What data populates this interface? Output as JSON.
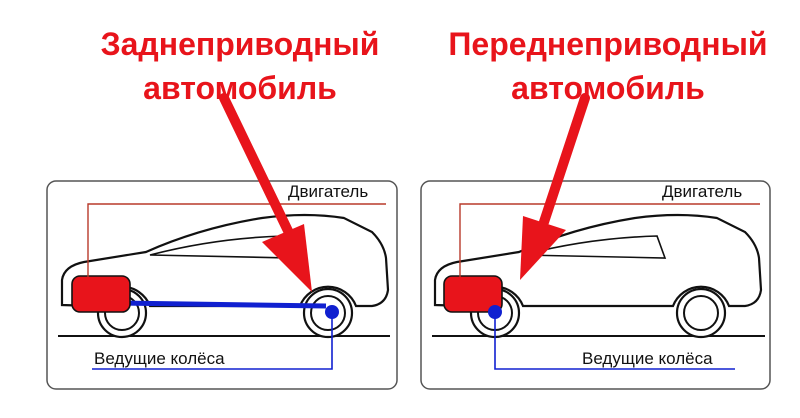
{
  "panels": [
    {
      "title_line1": "Заднеприводный",
      "title_line2": "автомобиль",
      "engine_label": "Двигатель",
      "wheels_label": "Ведущие колёса"
    },
    {
      "title_line1": "Переднеприводный",
      "title_line2": "автомобиль",
      "engine_label": "Двигатель",
      "wheels_label": "Ведущие колёса"
    }
  ],
  "colors": {
    "title": "#e8141b",
    "arrow": "#e8141b",
    "engine": "#e8141b",
    "engine_leader": "#b83a2a",
    "drive": "#1020d0",
    "outline": "#111111",
    "panel_border": "#555555"
  }
}
